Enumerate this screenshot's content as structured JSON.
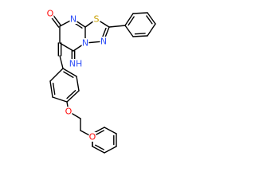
{
  "molecule": {
    "colors": {
      "bond": "#000000",
      "oxygen": "#ff0d0d",
      "nitrogen": "#3050f8",
      "sulfur": "#c8a000",
      "background": "#ffffff"
    },
    "atom_labels": {
      "o_carbonyl": "O",
      "n_ring_top": "N",
      "s_ring": "S",
      "n_thiadiazole": "N",
      "n_fused": "N",
      "nh_imino": "NH",
      "o_ether_1": "O",
      "o_ether_2": "O"
    }
  }
}
